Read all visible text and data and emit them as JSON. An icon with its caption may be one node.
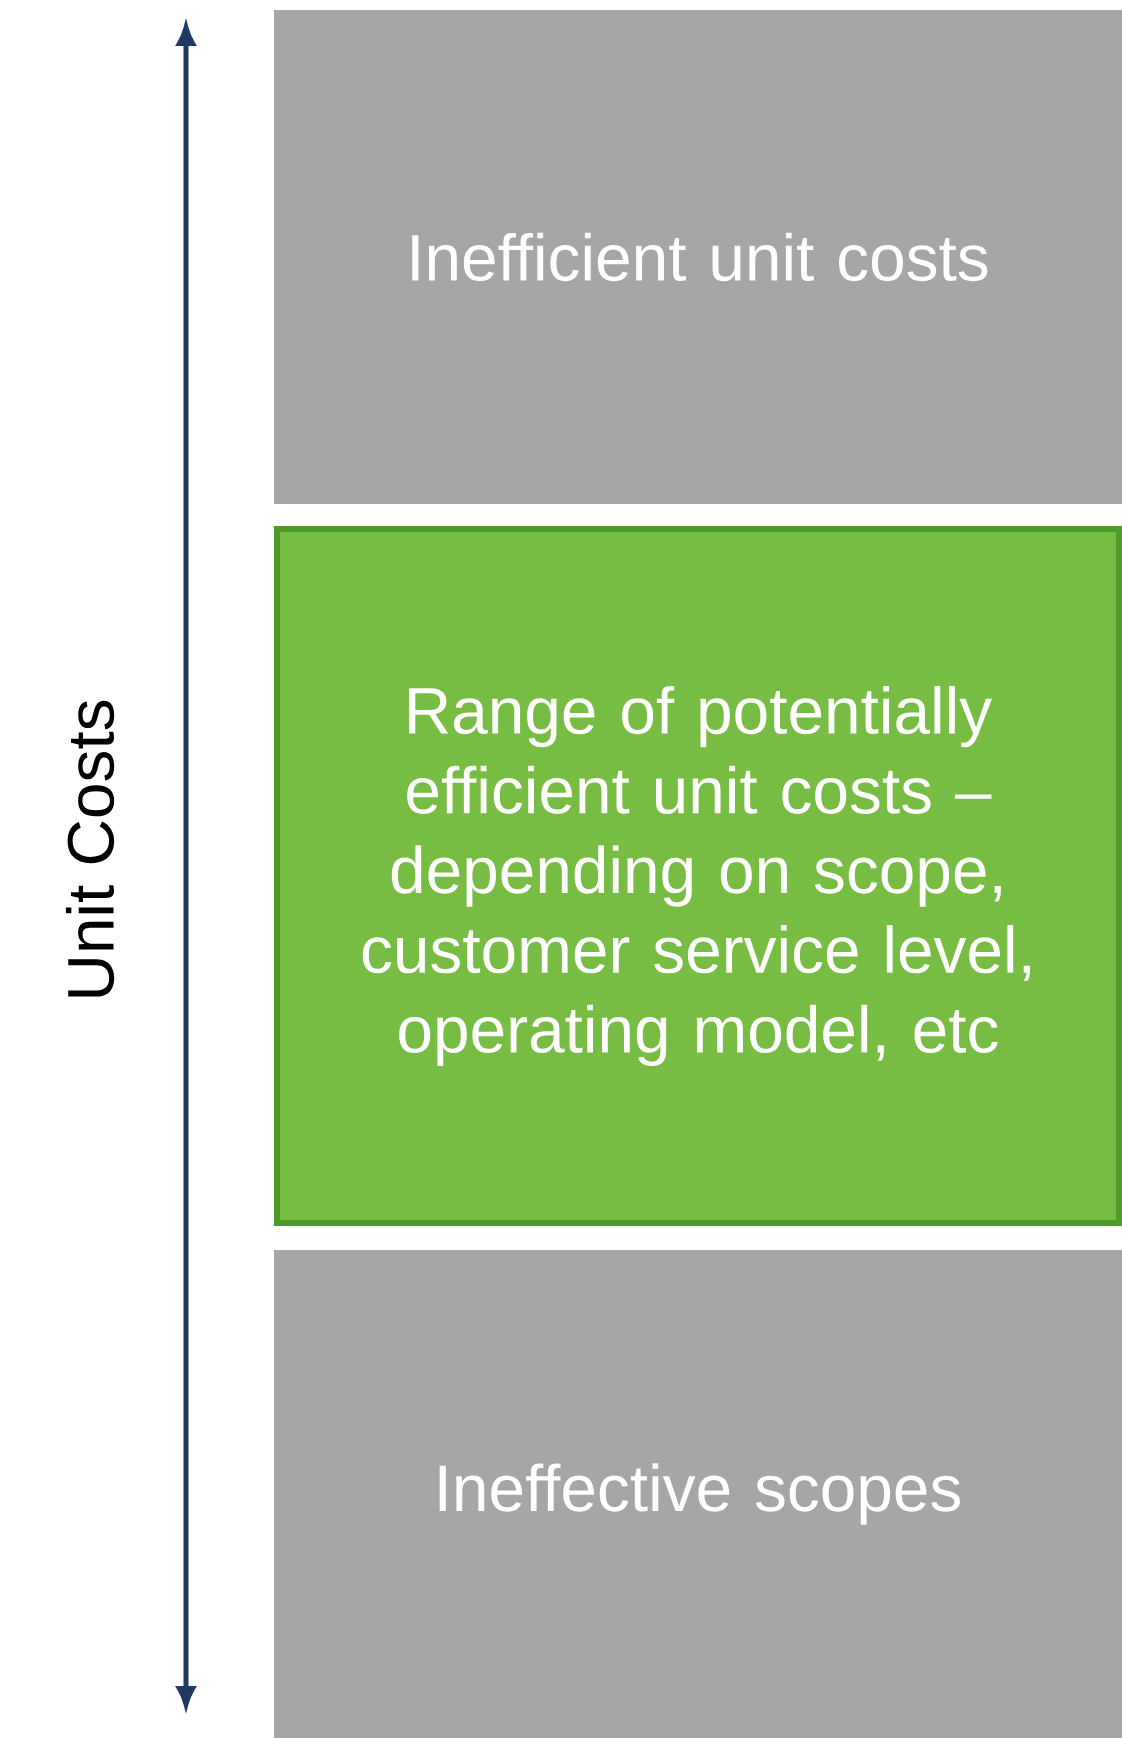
{
  "diagram": {
    "nodes": [
      {
        "text": [
          "Inefficient unit costs"
        ]
      },
      {
        "text": [
          "Range of potentially efficient unit costs – depending on scope, customer service level, operating model, etc"
        ]
      },
      {
        "text": [
          "Ineffective scopes"
        ]
      }
    ],
    "labels": [
      "Unit Costs"
    ]
  }
}
